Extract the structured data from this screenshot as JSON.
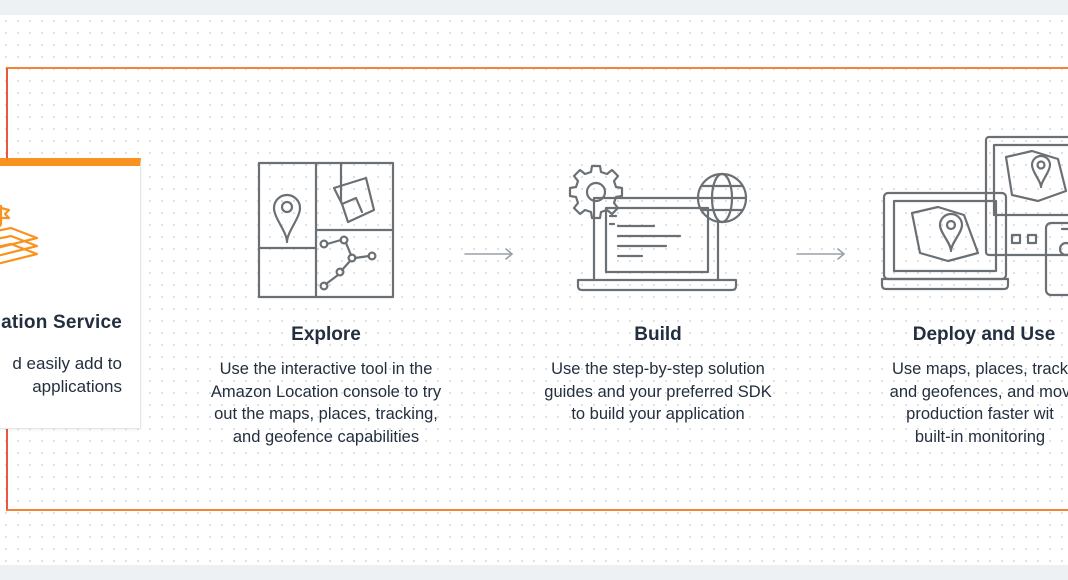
{
  "colors": {
    "frame_orange": "#f58534",
    "card_accent": "#f7931e",
    "icon_gray": "#6b7074",
    "text_dark": "#232f3e"
  },
  "service": {
    "title": "ation Service",
    "description": "d easily add to applications",
    "icon": "layers-location-icon"
  },
  "steps": [
    {
      "title": "Explore",
      "description": "Use the interactive tool in the\nAmazon Location console to try\nout the maps, places, tracking,\nand geofence capabilities",
      "icon": "map-explore-icon"
    },
    {
      "title": "Build",
      "description": "Use the step-by-step solution\nguides and your preferred SDK\nto build your application",
      "icon": "laptop-code-icon"
    },
    {
      "title": "Deploy and Use",
      "description": "Use maps, places, track\nand geofences, and mov\nproduction faster wit\nbuilt-in monitoring",
      "icon": "devices-map-icon"
    }
  ]
}
